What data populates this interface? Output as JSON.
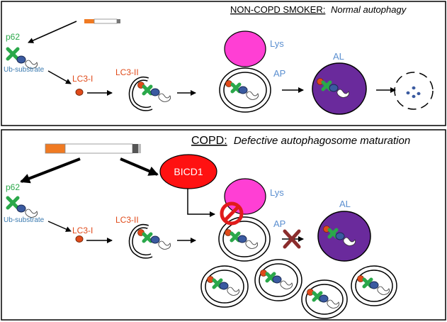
{
  "top_panel": {
    "title_bold": "NON-COPD SMOKER:",
    "title_italic": "Normal autophagy",
    "labels": {
      "p62": "p62",
      "ub_substrate": "Ub-substrate",
      "lc3_i": "LC3-I",
      "lc3_ii": "LC3-II",
      "lys": "Lys",
      "ap": "AP",
      "al": "AL"
    }
  },
  "bottom_panel": {
    "title_bold": "COPD:",
    "title_italic": "Defective autophagosome maturation",
    "labels": {
      "bicd1": "BICD1",
      "p62": "p62",
      "ub_substrate": "Ub-substrate",
      "lc3_i": "LC3-I",
      "lc3_ii": "LC3-II",
      "lys": "Lys",
      "ap": "AP",
      "al": "AL"
    }
  },
  "colors": {
    "p62_green": "#2aa84a",
    "lc3_red": "#e04a1a",
    "lysosome_pink": "#ff3fd4",
    "autolysosome_purple": "#6a2a9c",
    "bicd1_red": "#ff1111",
    "substrate_blue": "#3a5aa0",
    "label_blue": "#5b8fd0",
    "block_x": "#8b2c2c",
    "cigarette_orange": "#f07a22"
  }
}
